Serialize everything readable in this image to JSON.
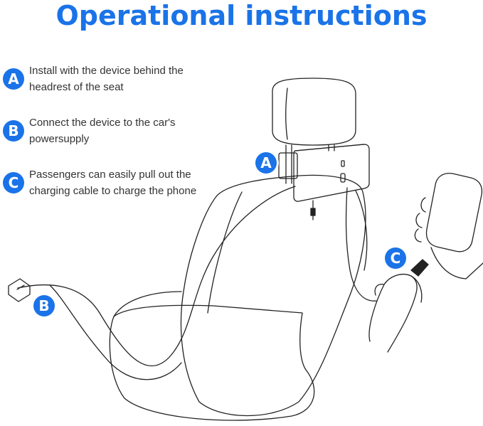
{
  "title": "Operational instructions",
  "steps": [
    {
      "badge": "A",
      "text": "Install with the device behind the headrest of the seat"
    },
    {
      "badge": "B",
      "text": "Connect the device to the car's powersupply"
    },
    {
      "badge": "C",
      "text": "Passengers can easily pull out the charging cable to charge the phone"
    }
  ],
  "markers": {
    "a": "A",
    "b": "B",
    "c": "C"
  },
  "colors": {
    "accent": "#1a73e8",
    "line": "#222222"
  }
}
